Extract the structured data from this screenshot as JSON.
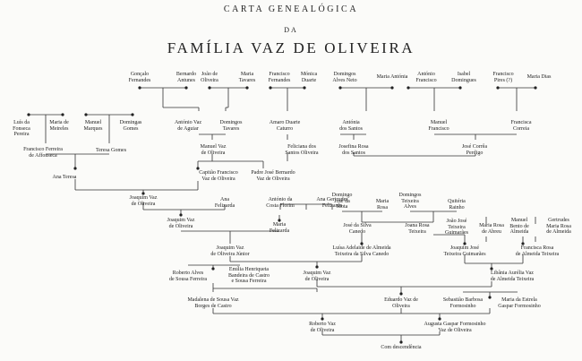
{
  "title": {
    "line1": "CARTA GENEALÓGICA",
    "line2": "DA",
    "line3": "FAMÍLIA VAZ DE OLIVEIRA"
  },
  "persons": [
    {
      "id": "goncalo",
      "name": "Gonçalo\nFernandes"
    },
    {
      "id": "bernardo",
      "name": "Bernardo\nAntunes"
    },
    {
      "id": "joao_oliveira",
      "name": "João de\nOliveira"
    },
    {
      "id": "maria_tavares",
      "name": "Maria\nTavares"
    },
    {
      "id": "francisco_fernandes",
      "name": "Francisco\nFernandes"
    },
    {
      "id": "monica",
      "name": "Mónica\nDuarte"
    },
    {
      "id": "domingos_neto",
      "name": "Domingos\nAlves Neto"
    },
    {
      "id": "maria_antonia",
      "name": "Maria Antónia"
    },
    {
      "id": "antonio_francisco",
      "name": "António\nFrancisco"
    },
    {
      "id": "isabel",
      "name": "Isabel\nDomingues"
    },
    {
      "id": "francisco_pires",
      "name": "Francisco\nPires (?)"
    },
    {
      "id": "maria_dias",
      "name": "Maria Dias"
    },
    {
      "id": "luis",
      "name": "Luís da\nFonseca\nPereira"
    },
    {
      "id": "maria_meireles",
      "name": "Maria de\nMeireles"
    },
    {
      "id": "manuel_marques",
      "name": "Manuel\nMarques"
    },
    {
      "id": "domingas",
      "name": "Domingas\nGomes"
    },
    {
      "id": "antonio_vaz",
      "name": "António Vaz\nde Aguiar"
    },
    {
      "id": "domingos_tavares",
      "name": "Domingos\nTavares"
    },
    {
      "id": "amaro",
      "name": "Amaro Duarte\nCaturro"
    },
    {
      "id": "antonia_santos",
      "name": "Antónia\ndos Santos"
    },
    {
      "id": "manuel_francisco",
      "name": "Manuel\nFrancisco"
    },
    {
      "id": "francisca_correia",
      "name": "Francisca\nCorreia"
    },
    {
      "id": "francisco_ferreira",
      "name": "Francisco Ferreira\nde Affonseca"
    },
    {
      "id": "teresa_gomes",
      "name": "Teresa Gomes"
    },
    {
      "id": "manuel_vaz",
      "name": "Manuel Vaz\nde Oliveira"
    },
    {
      "id": "feliciana",
      "name": "Feliciana dos\nSantos Oliveira"
    },
    {
      "id": "josefina",
      "name": "Josefina Rosa\ndos Santos"
    },
    {
      "id": "jose_correia",
      "name": "José Corrêa\nPerdigo"
    },
    {
      "id": "ana_teresa",
      "name": "Ana Teresa"
    },
    {
      "id": "capitao",
      "name": "Capitão Francisco\nVaz de Oliveira"
    },
    {
      "id": "padre",
      "name": "Padre José Bernardo\nVaz de Oliveira"
    },
    {
      "id": "joaquim1",
      "name": "Joaquim Vaz\nde Oliveira"
    },
    {
      "id": "ana_felizarda",
      "name": "Ana\nFelizarda"
    },
    {
      "id": "antonio_florim",
      "name": "António da\nCosta Florim"
    },
    {
      "id": "ana_gertrudes",
      "name": "Ana Gertrudes\nFelizarda"
    },
    {
      "id": "domingo_mota",
      "name": "Domingo\nJosé da\nMota"
    },
    {
      "id": "maria_rosa",
      "name": "Maria\nRosa"
    },
    {
      "id": "domingos_teixeira",
      "name": "Domingos\nTeixeira\nAlves"
    },
    {
      "id": "quiteria",
      "name": "Quitéria\nRainho"
    },
    {
      "id": "joaquim2",
      "name": "Joaquim Vaz\nde Oliveira"
    },
    {
      "id": "maria_felizarda",
      "name": "Maria\nFelizarda"
    },
    {
      "id": "jose_canedo",
      "name": "José da Silva\nCanedo"
    },
    {
      "id": "joana_rosa",
      "name": "Joana Rosa\nTeixeira"
    },
    {
      "id": "joao_guimaraes",
      "name": "João José\nTeixeira\nGuimarães"
    },
    {
      "id": "maria_abreu",
      "name": "Maria Rosa\nde Abreu"
    },
    {
      "id": "manuel_bento",
      "name": "Manuel\nBento de\nAlmeida"
    },
    {
      "id": "gertrudes",
      "name": "Gertrudes\nMaria Rosa\nde Almeida"
    },
    {
      "id": "joaquim_junior",
      "name": "Joaquim Vaz\nde Oliveira Júnior"
    },
    {
      "id": "luisa",
      "name": "Luísa Adelaide de Almeida\nTeixeira da Silva Canedo"
    },
    {
      "id": "joaquim_guimaraes",
      "name": "Joaquim José\nTeixeira Guimarães"
    },
    {
      "id": "francisca_rosa",
      "name": "Francisca Rosa\nde Almeida Teixeira"
    },
    {
      "id": "roberto_ferreira",
      "name": "Roberto Alves\nde Sousa Ferreira"
    },
    {
      "id": "emilia",
      "name": "Emília Henriqueta\nBandeira de Castro\ne Sousa Ferreira"
    },
    {
      "id": "joaquim3",
      "name": "Joaquim Vaz\nde Oliveira"
    },
    {
      "id": "libania",
      "name": "Libânia Aurélia Vaz\nde Almeida Teixeira"
    },
    {
      "id": "madalena",
      "name": "Madalena de Sousa Vaz\nBorges de Castro"
    },
    {
      "id": "eduardo",
      "name": "Eduardo Vaz de\nOliveira"
    },
    {
      "id": "sebastiao",
      "name": "Sebastião Barbosa\nFormosinho"
    },
    {
      "id": "maria_estrela",
      "name": "Maria da Estrela\nGaspar Formosinho"
    },
    {
      "id": "roberto_vaz",
      "name": "Roberto Vaz\nde Oliveira"
    },
    {
      "id": "augusta",
      "name": "Augusta Gaspar Formosinho\nVaz de Oliveira"
    },
    {
      "id": "descendencia",
      "name": "Com descendência"
    }
  ]
}
